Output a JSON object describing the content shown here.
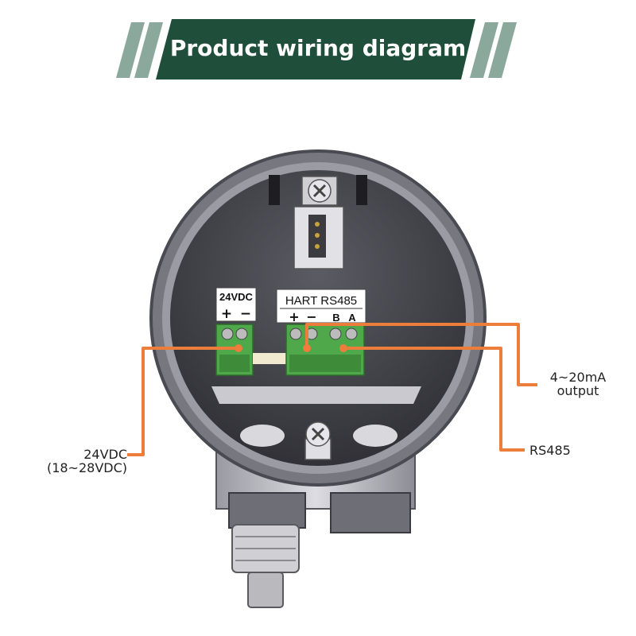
{
  "header": {
    "title": "Product wiring diagram"
  },
  "colors": {
    "banner": "#1f4f3b",
    "banner_stripes": "#8aa89b",
    "wire": "#ed7d3a",
    "terminal": "#4fa84a",
    "housing": "#3f3f46"
  },
  "board": {
    "power_block": {
      "title": "24VDC",
      "plus": "+",
      "minus": "−"
    },
    "signal_block": {
      "title": "HART RS485",
      "plus": "+",
      "minus": "−",
      "b": "B",
      "a": "A"
    }
  },
  "callouts": {
    "power": {
      "line1": "24VDC",
      "line2": "(18~28VDC)"
    },
    "current": {
      "line1": "4~20mA",
      "line2": "output"
    },
    "rs485": {
      "label": "RS485"
    }
  }
}
